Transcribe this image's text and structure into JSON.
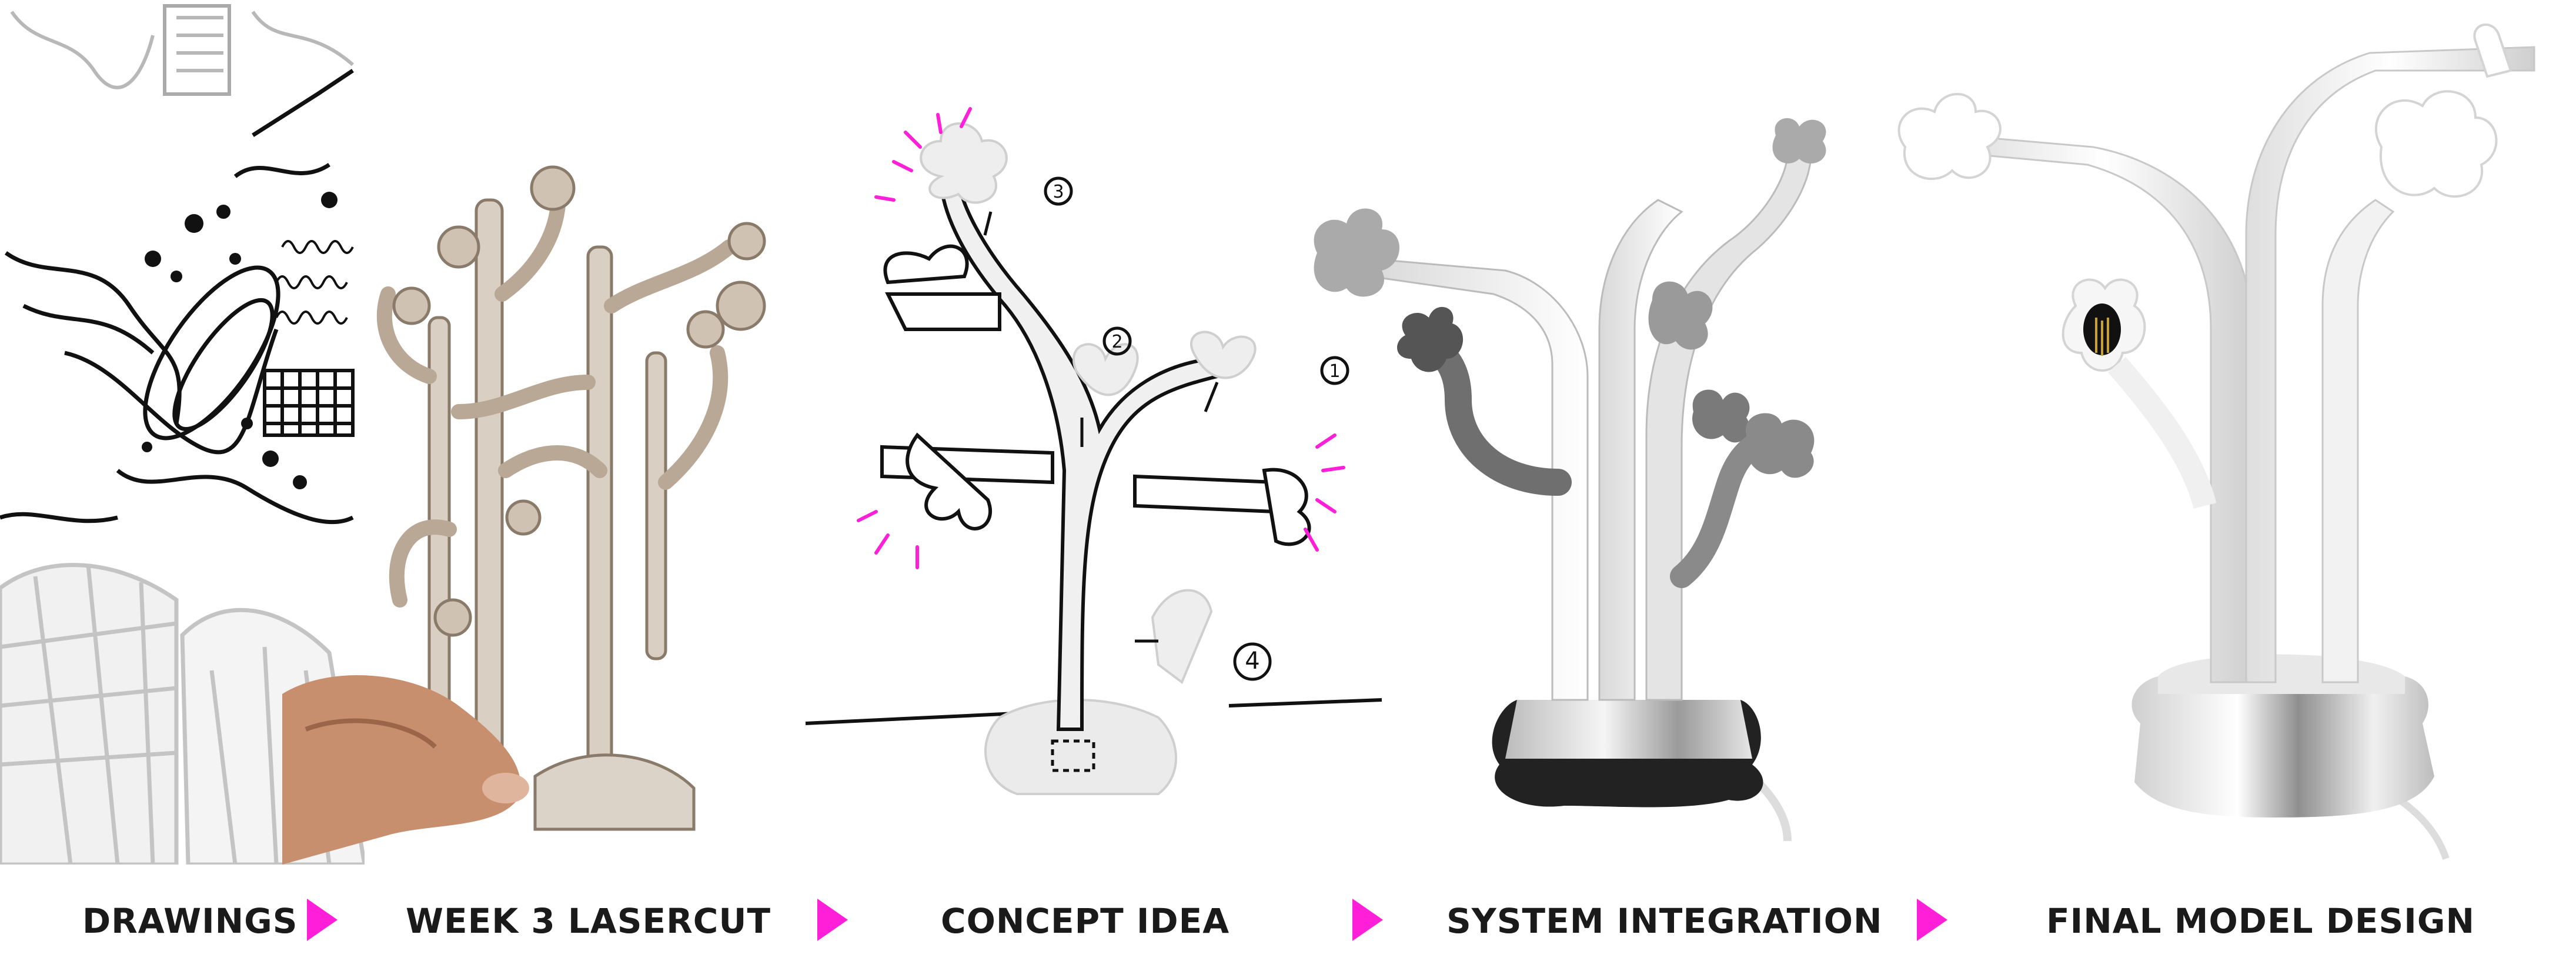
{
  "colors": {
    "accent": "#ff1fd8",
    "text": "#1a1a1a",
    "sketch_line": "#111111",
    "paper_tone": "#d9cfc3",
    "metal_light": "#eeeeee",
    "metal_dark": "#8a8a8a"
  },
  "panels": [
    {
      "name": "drawings",
      "caption": "DRAWINGS",
      "image": "drawings-collage"
    },
    {
      "name": "week-3-lasercut",
      "caption": "WEEK 3 LASERCUT",
      "image": "lasercut-prototype-photo"
    },
    {
      "name": "concept-idea",
      "caption": "CONCEPT IDEA",
      "image": "concept-sketch-render",
      "annotations": [
        "1",
        "2",
        "3",
        "4"
      ]
    },
    {
      "name": "system-integration",
      "caption": "SYSTEM INTEGRATION",
      "image": "system-integration-render"
    },
    {
      "name": "final-model-design",
      "caption": "FINAL MODEL DESIGN",
      "image": "final-model-render"
    }
  ],
  "separator_icon": "play-triangle-icon"
}
